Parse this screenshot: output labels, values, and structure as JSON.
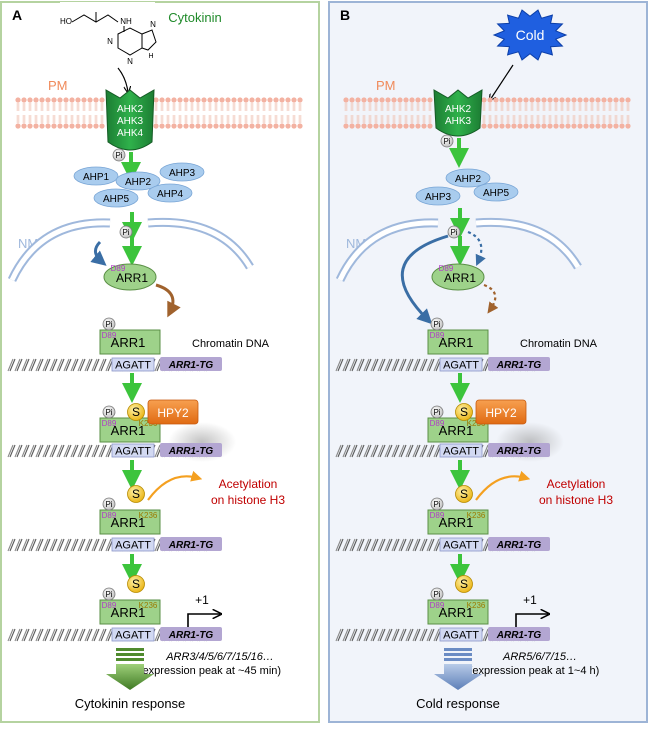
{
  "panels": [
    {
      "letter": "A",
      "stimulus": "Cytokinin",
      "membrane": "PM",
      "nuclear_membrane": "NM",
      "receptors": [
        "AHK2",
        "AHK3",
        "AHK4"
      ],
      "ahps": [
        "AHP1",
        "AHP2",
        "AHP3",
        "AHP4",
        "AHP5"
      ],
      "response": "Cytokinin response",
      "target_genes": "ARR3/4/5/6/7/15/16…",
      "expression_peak": "(expression peak at ~45 min)"
    },
    {
      "letter": "B",
      "stimulus": "Cold",
      "membrane": "PM",
      "nuclear_membrane": "NM",
      "receptors": [
        "AHK2",
        "AHK3"
      ],
      "ahps": [
        "AHP2",
        "AHP3",
        "AHP5"
      ],
      "response": "Cold response",
      "target_genes": "ARR5/6/7/15…",
      "expression_peak": "(expression peak at 1~4 h)"
    }
  ],
  "common": {
    "phospho": "Pi",
    "residue_d89": "D89",
    "residue_k236": "K236",
    "arr1": "ARR1",
    "chromatin": "Chromatin DNA",
    "motif": "AGATT",
    "transgene": "ARR1-TG",
    "hpy2": "HPY2",
    "sumo": "S",
    "acetylation_1": "Acetylation",
    "acetylation_2": "on histone H3",
    "tss": "+1",
    "molecule_oh": "HO",
    "molecule_nh": "NH",
    "molecule_n": "N",
    "molecule_h": "H"
  },
  "colors": {
    "panel_a_border": "#b5d3a0",
    "panel_b_border": "#9db4d6",
    "panel_b_bg": "#f1f4fa",
    "arrow_green": "#3cc43c",
    "arr1_fill": "#9ed28a",
    "ahp_fill": "#a9ccee",
    "hpy2": "#ee7a1e",
    "sumo": "#f5c51d",
    "cold_star": "#1f5fe0",
    "pm_text": "#f08a5a",
    "nm": "#9fb8dc",
    "red_text": "#c00000",
    "dna": "#b3a6d2"
  }
}
